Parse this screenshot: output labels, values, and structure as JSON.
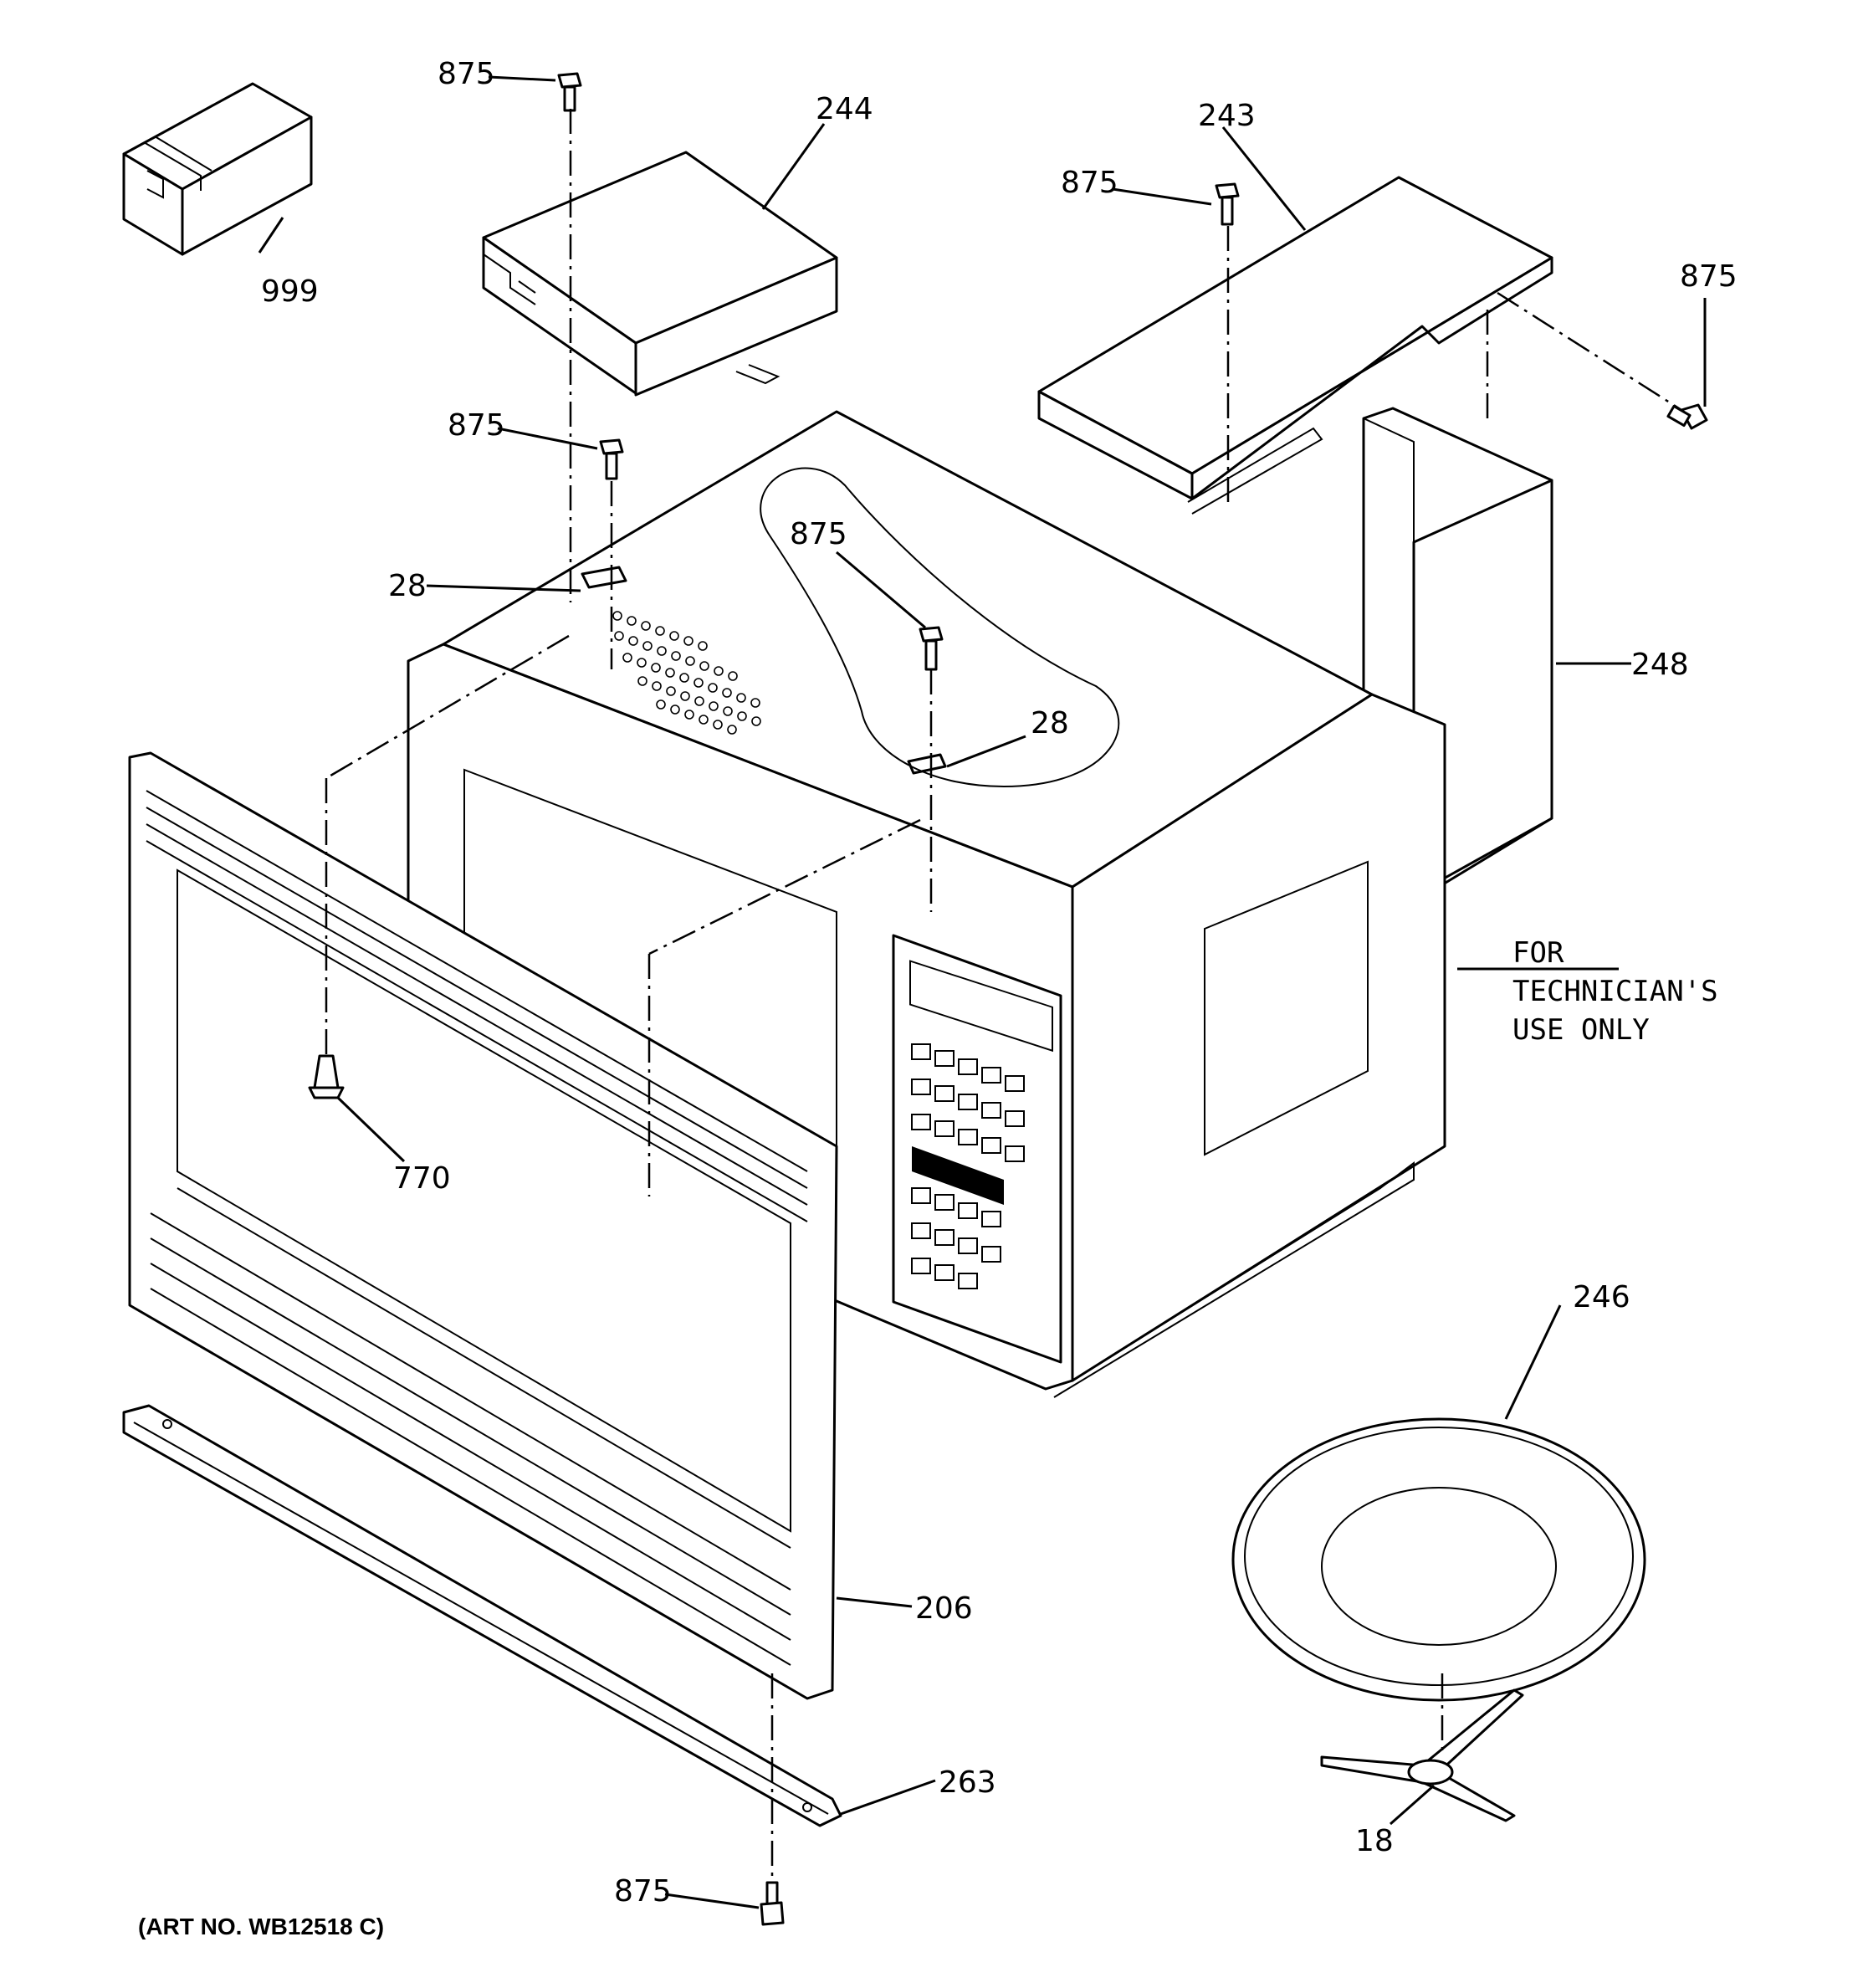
{
  "diagram": {
    "callouts": {
      "c999": "999",
      "c244": "244",
      "c243": "243",
      "c248": "248",
      "c206": "206",
      "c263": "263",
      "c246": "246",
      "c18": "18",
      "c770": "770",
      "c28a": "28",
      "c28b": "28",
      "c875_top": "875",
      "c875_left": "875",
      "c875_mid": "875",
      "c875_right": "875",
      "c875_center": "875",
      "c875_bottom": "875"
    },
    "technician_note": [
      "FOR",
      "TECHNICIAN'S",
      "USE ONLY"
    ],
    "art_number": "(ART NO. WB12518 C)"
  }
}
